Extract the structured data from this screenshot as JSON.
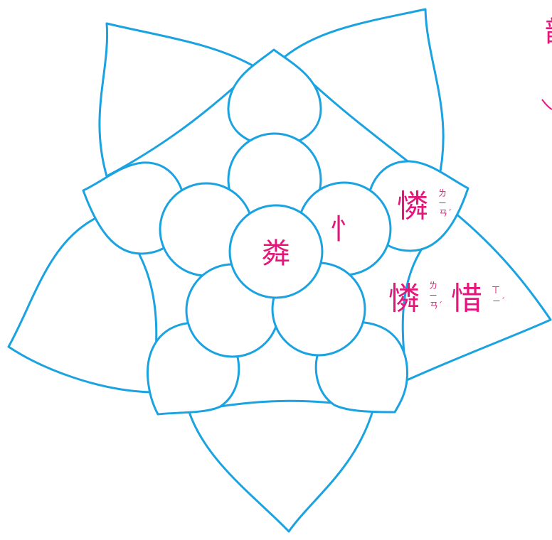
{
  "colors": {
    "outline": "#1aa3e0",
    "text": "#e5157a",
    "background": "#ffffff"
  },
  "diagram": {
    "center_radical": "粦",
    "bud_radical": "忄",
    "top_right_char": {
      "character": "憐",
      "zhuyin": [
        "ㄌ",
        "ㄧ",
        "ㄢˊ"
      ]
    },
    "word": [
      {
        "character": "憐",
        "zhuyin": [
          "ㄌ",
          "ㄧ",
          "ㄢˊ"
        ]
      },
      {
        "character": "惜",
        "zhuyin": [
          "ㄒ",
          "ㄧˊ"
        ]
      }
    ],
    "partial_corner_glyph": "韵"
  }
}
